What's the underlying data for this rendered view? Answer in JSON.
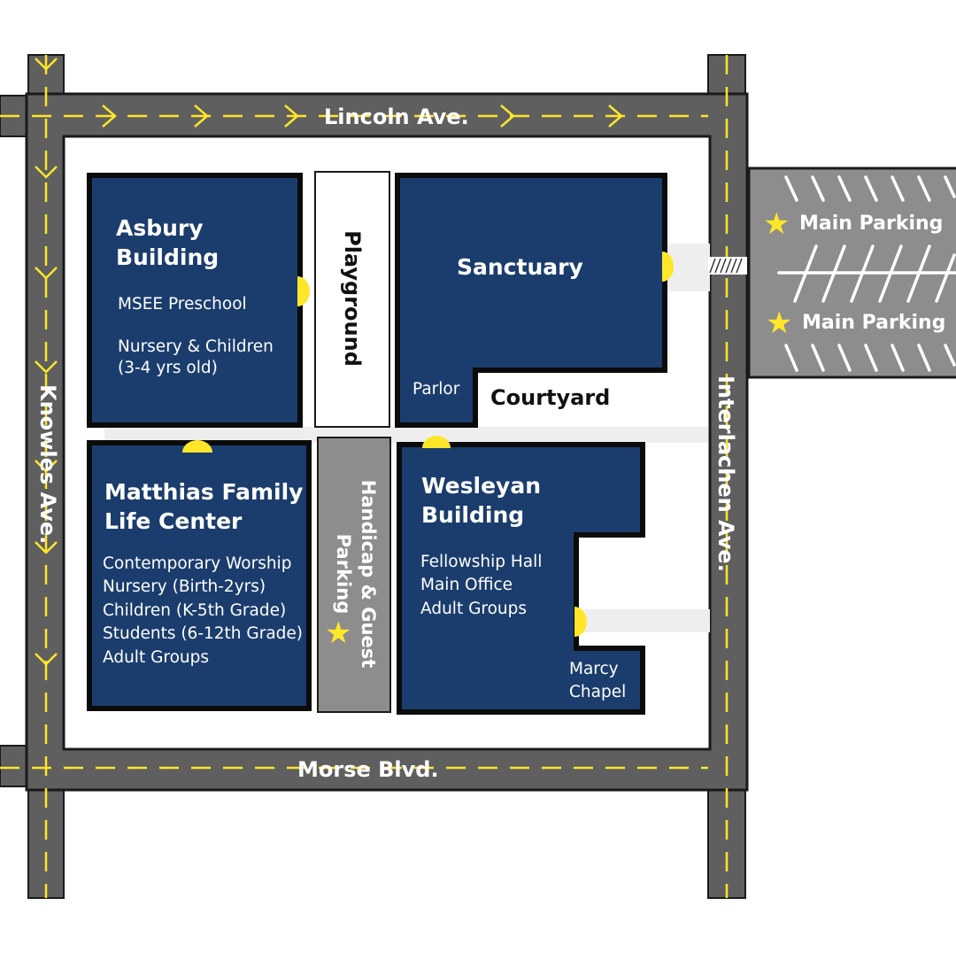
{
  "roads": {
    "north": "Lincoln Ave.",
    "south": "Morse Blvd.",
    "west": "Knowles Ave.",
    "east": "Interlachen Ave."
  },
  "buildings": {
    "asbury": {
      "title_line1": "Asbury",
      "title_line2": "Building",
      "items": [
        "MSEE Preschool",
        "Nursery & Children",
        "(3-4 yrs old)"
      ]
    },
    "sanctuary": {
      "title": "Sanctuary",
      "parlor": "Parlor"
    },
    "matthias": {
      "title_line1": "Matthias Family",
      "title_line2": "Life Center",
      "items": [
        "Contemporary Worship",
        "Nursery (Birth-2yrs)",
        "Children (K-5th Grade)",
        "Students (6-12th Grade)",
        "Adult Groups"
      ]
    },
    "wesleyan": {
      "title_line1": "Wesleyan",
      "title_line2": "Building",
      "items": [
        "Fellowship Hall",
        "Main Office",
        "Adult Groups"
      ],
      "chapel_line1": "Marcy",
      "chapel_line2": "Chapel"
    }
  },
  "areas": {
    "playground": "Playground",
    "courtyard": "Courtyard",
    "handicap_line1": "Handicap & Guest",
    "handicap_line2": "Parking"
  },
  "parking": {
    "main_top": "Main Parking",
    "main_bottom": "Main Parking"
  },
  "icons": {
    "star": "star-icon",
    "entrance": "entrance-marker-icon",
    "direction": "arrow-chevron-icon"
  },
  "colors": {
    "road": "#5f5f5f",
    "road_outline": "#1a1a1a",
    "building": "#1b3d6d",
    "building_border": "#0b0b0b",
    "marking": "#ffe629",
    "parking_lot": "#8d8d8d",
    "walkway": "#eeeeee",
    "playground": "#ffffff"
  }
}
